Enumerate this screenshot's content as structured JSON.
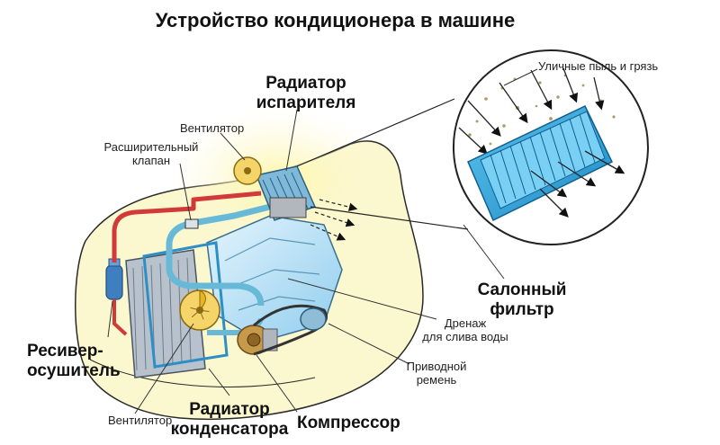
{
  "title": "Устройство кондиционера в машине",
  "labels": {
    "dust": "Уличные пыль и грязь",
    "evaporator": "Радиатор\nиспарителя",
    "evaporator_l1": "Радиатор",
    "evaporator_l2": "испарителя",
    "fan_top": "Вентилятор",
    "expansion_valve_l1": "Расширительный",
    "expansion_valve_l2": "клапан",
    "cabin_filter_l1": "Салонный",
    "cabin_filter_l2": "фильтр",
    "drain_l1": "Дренаж",
    "drain_l2": "для слива воды",
    "belt_l1": "Приводной",
    "belt_l2": "ремень",
    "receiver_l1": "Ресивер-",
    "receiver_l2": "осушитель",
    "fan_bottom": "Вентилятор",
    "condenser_l1": "Радиатор",
    "condenser_l2": "конденсатора",
    "compressor": "Компрессор"
  },
  "colors": {
    "body_fill": "#fbf7cf",
    "body_stroke": "#2a2a2a",
    "pipe_red": "#d23a3a",
    "pipe_blue": "#68b9d8",
    "filter_blue": "#2a9fd6",
    "engine_blue": "#c4e6f8",
    "condenser_gray": "#9aa7b5",
    "compressor_bronze": "#b98a3d",
    "fan_yellow": "#f2c530"
  }
}
